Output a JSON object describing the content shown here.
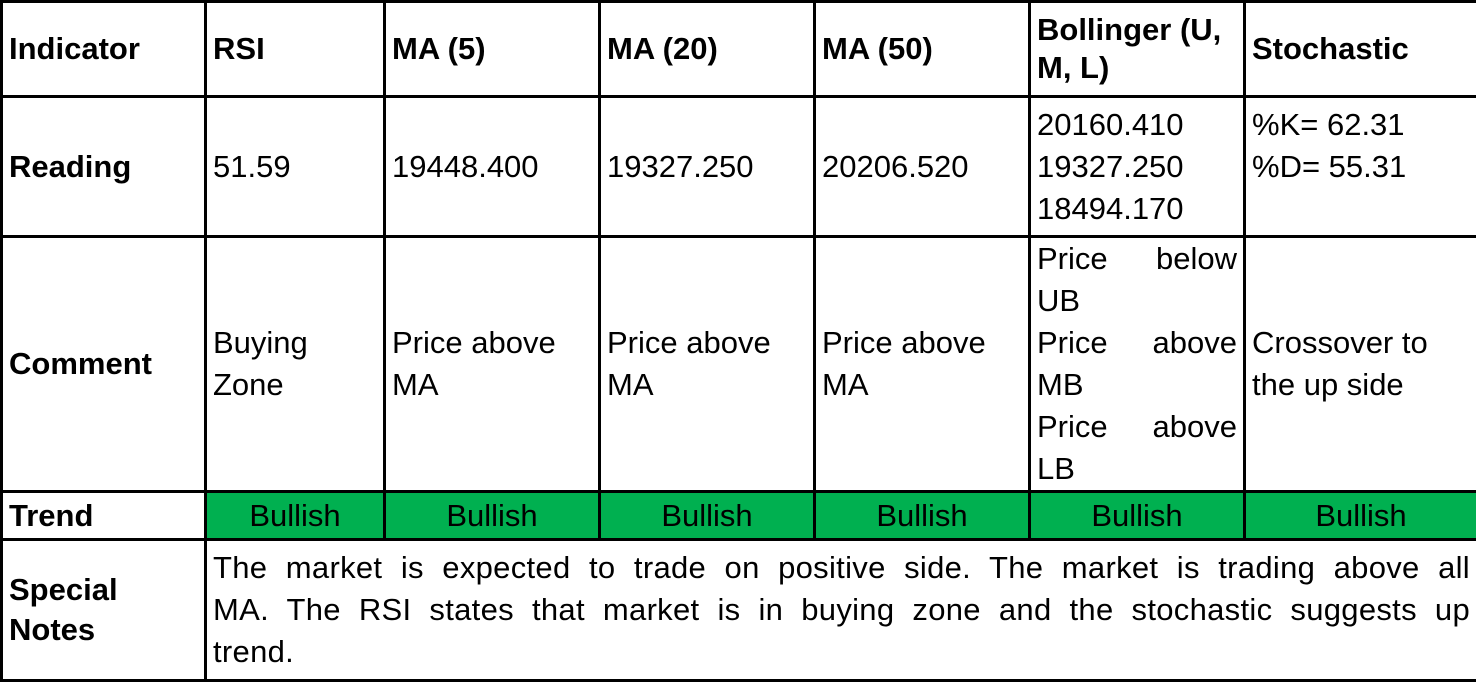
{
  "columns": [
    "Indicator",
    "RSI",
    "MA (5)",
    "MA (20)",
    "MA (50)",
    "Bollinger (U, M, L)",
    "Stochastic"
  ],
  "reading": {
    "label": "Reading",
    "rsi": "51.59",
    "ma5": "19448.400",
    "ma20": "19327.250",
    "ma50": "20206.520",
    "bollinger": [
      "20160.410",
      "19327.250",
      "18494.170"
    ],
    "stochastic": [
      "%K= 62.31",
      "%D= 55.31"
    ]
  },
  "comment": {
    "label": "Comment",
    "rsi": "Buying Zone",
    "ma5": "Price above MA",
    "ma20": "Price above MA",
    "ma50": "Price above MA",
    "bollinger": [
      "Price below UB",
      "Price above MB",
      "Price above LB"
    ],
    "stochastic": "Crossover to the up side"
  },
  "trend": {
    "label": "Trend",
    "values": [
      "Bullish",
      "Bullish",
      "Bullish",
      "Bullish",
      "Bullish",
      "Bullish"
    ],
    "color": "#00b050"
  },
  "special_notes": {
    "label": "Special Notes",
    "text": "The market is expected to trade on positive side. The market is trading above all MA. The RSI states that market is in buying zone and the stochastic suggests up trend."
  }
}
